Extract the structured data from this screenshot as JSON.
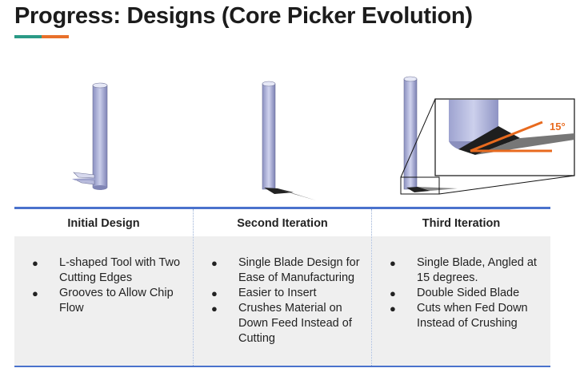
{
  "slide": {
    "title": "Progress: Designs (Core Picker Evolution)",
    "accent_colors": [
      "#2a9a86",
      "#e8702a"
    ],
    "table_line_color": "#4a72cc"
  },
  "designs": [
    {
      "heading": "Initial Design",
      "bullets": [
        "L-shaped Tool with Two Cutting Edges",
        "Grooves to Allow Chip Flow"
      ]
    },
    {
      "heading": "Second Iteration",
      "bullets": [
        "Single Blade Design for Ease of Manufacturing",
        "Easier to Insert",
        "Crushes Material on Down Feed Instead of Cutting"
      ]
    },
    {
      "heading": "Third Iteration",
      "bullets": [
        "Single Blade, Angled at 15 degrees.",
        "Double Sided Blade",
        "Cuts when Fed Down Instead of Crushing"
      ]
    }
  ],
  "third_iteration_callout": {
    "angle_label": "15°"
  }
}
